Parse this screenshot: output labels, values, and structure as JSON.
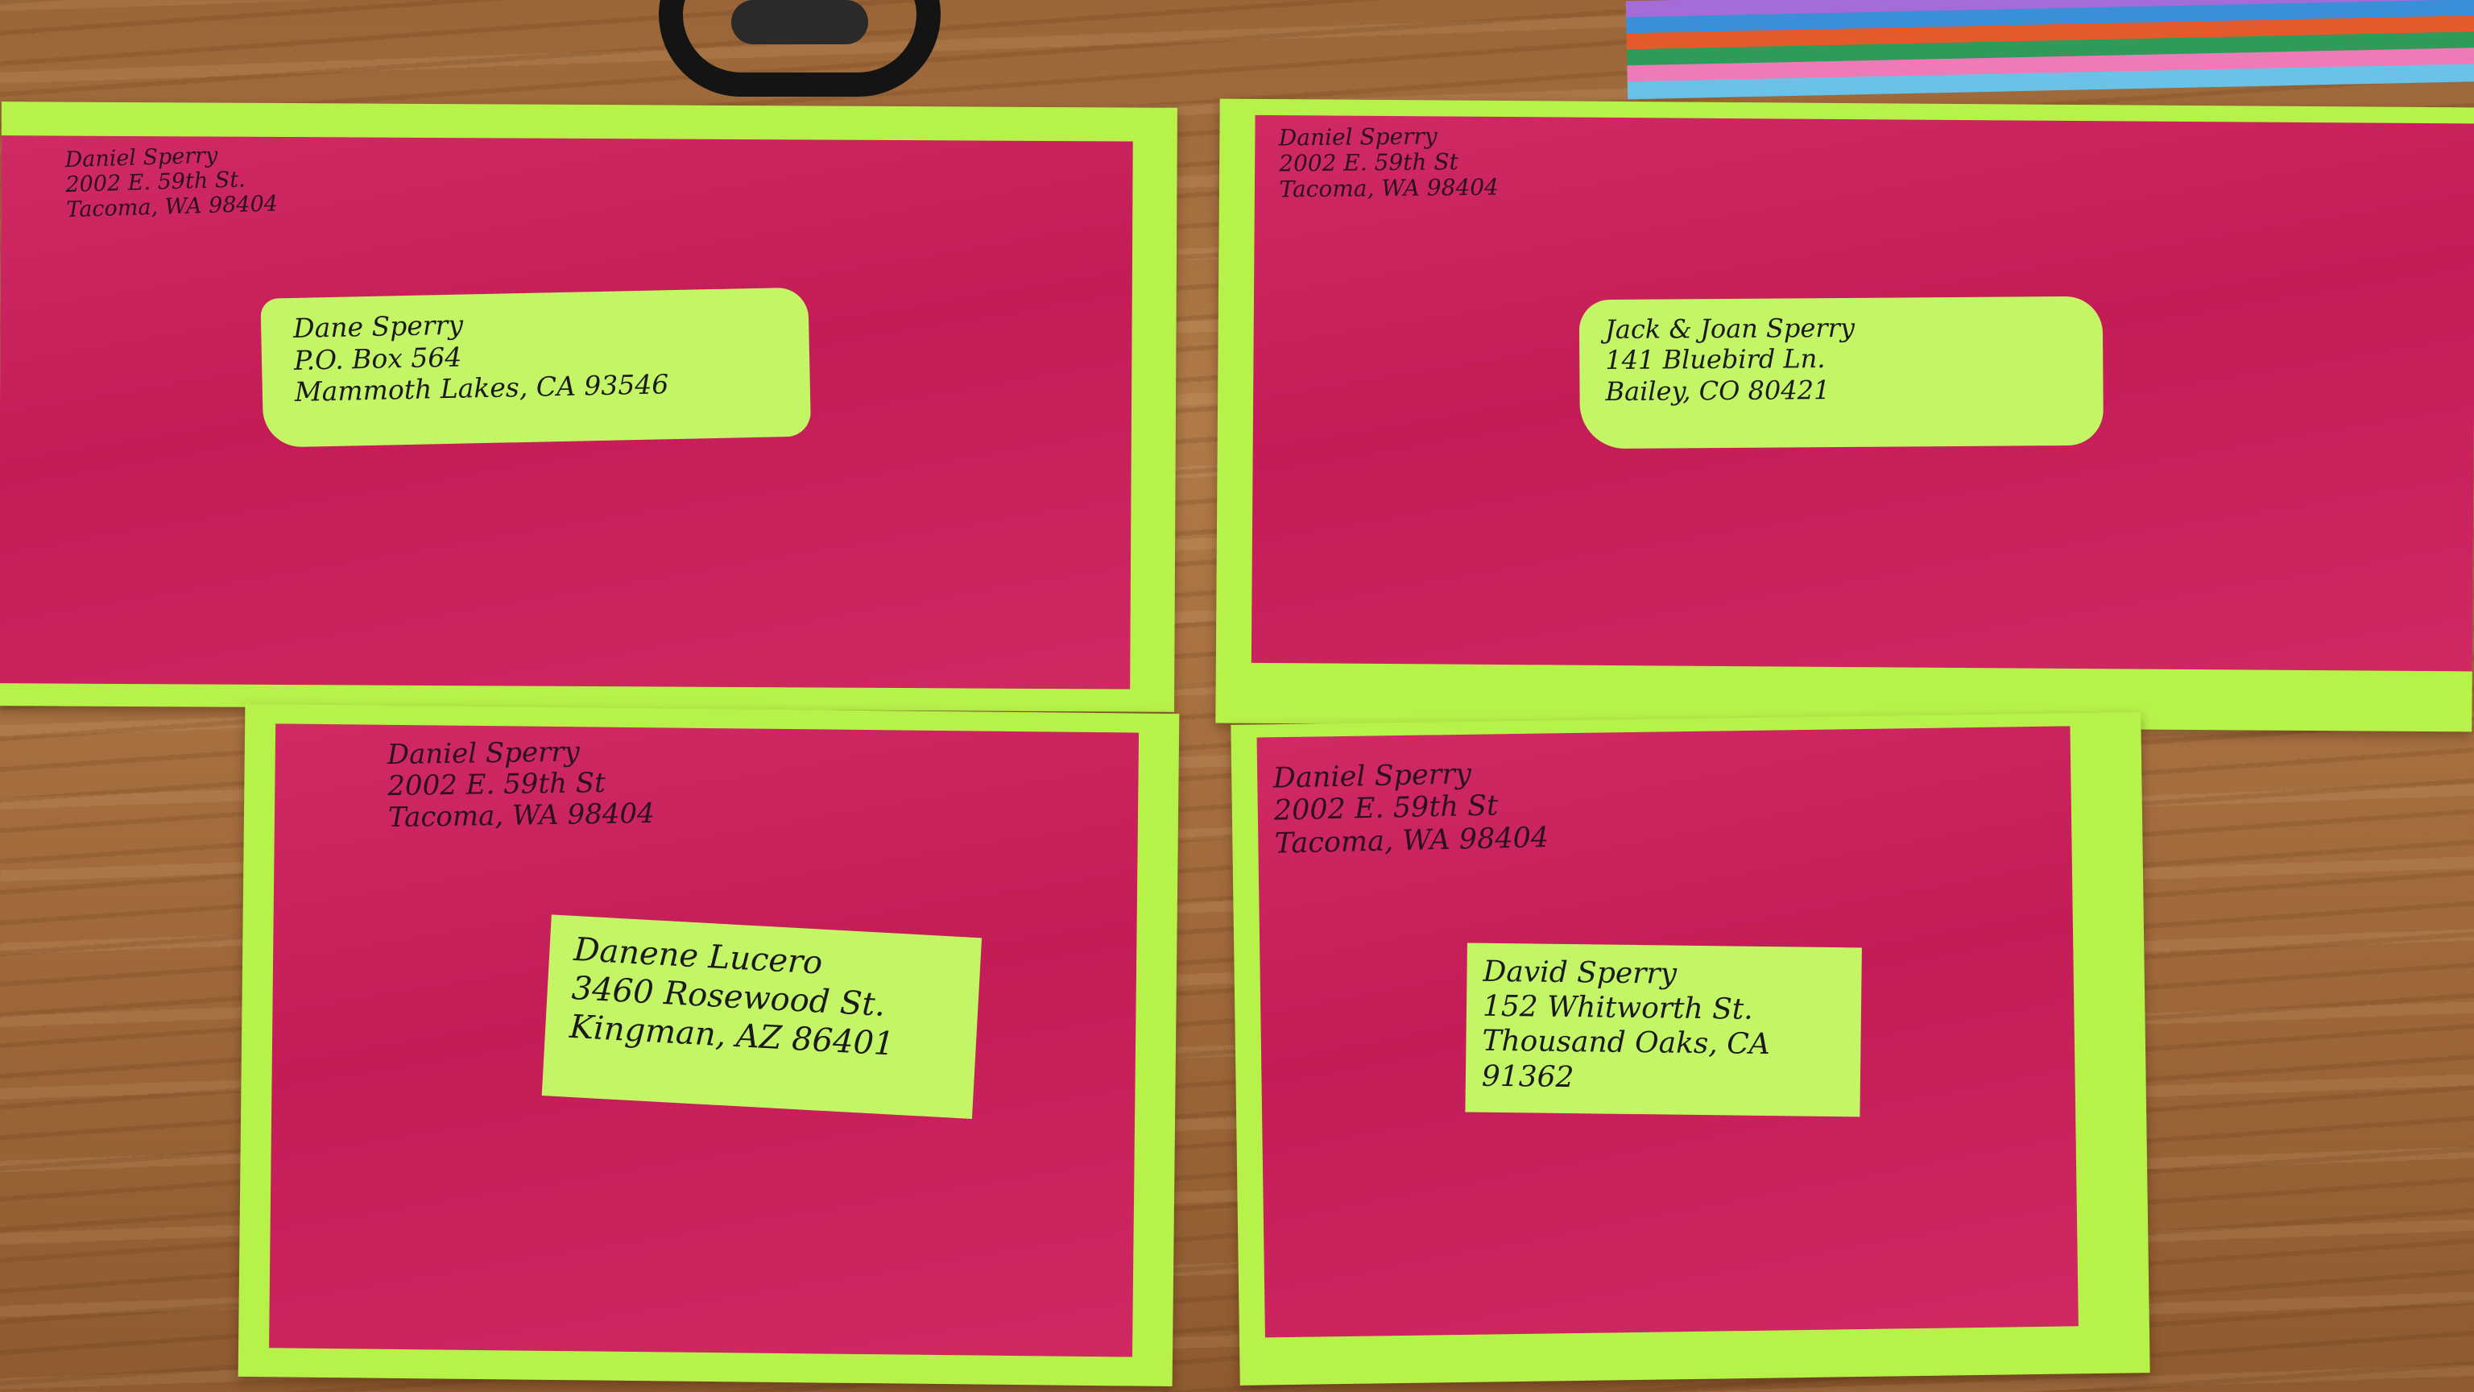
{
  "scene": {
    "description_colors": {
      "envelope": "#b7f24a",
      "card": "#c81e5a",
      "label": "#c3f567",
      "ink": "#1a1a1a"
    },
    "paper_stack_colors": [
      "#a56bd6",
      "#3a8fd8",
      "#e45a2a",
      "#2f9a5a",
      "#f07ab8",
      "#6ac2e8"
    ]
  },
  "envelopes": [
    {
      "return_address": [
        "Daniel Sperry",
        "2002 E. 59th St.",
        "Tacoma, WA 98404"
      ],
      "recipient": [
        "Dane Sperry",
        "P.O. Box 564",
        "Mammoth Lakes, CA 93546"
      ]
    },
    {
      "return_address": [
        "Daniel Sperry",
        "2002 E. 59th St",
        "Tacoma, WA 98404"
      ],
      "recipient": [
        "Jack & Joan Sperry",
        "141 Bluebird Ln.",
        "Bailey, CO 80421"
      ]
    },
    {
      "return_address": [
        "Daniel Sperry",
        "2002 E. 59th St",
        "Tacoma, WA 98404"
      ],
      "recipient": [
        "Danene Lucero",
        "3460 Rosewood St.",
        "Kingman, AZ 86401"
      ]
    },
    {
      "return_address": [
        "Daniel Sperry",
        "2002 E. 59th St",
        "Tacoma, WA 98404"
      ],
      "recipient": [
        "David Sperry",
        "152 Whitworth St.",
        "Thousand Oaks, CA",
        "91362"
      ]
    }
  ]
}
